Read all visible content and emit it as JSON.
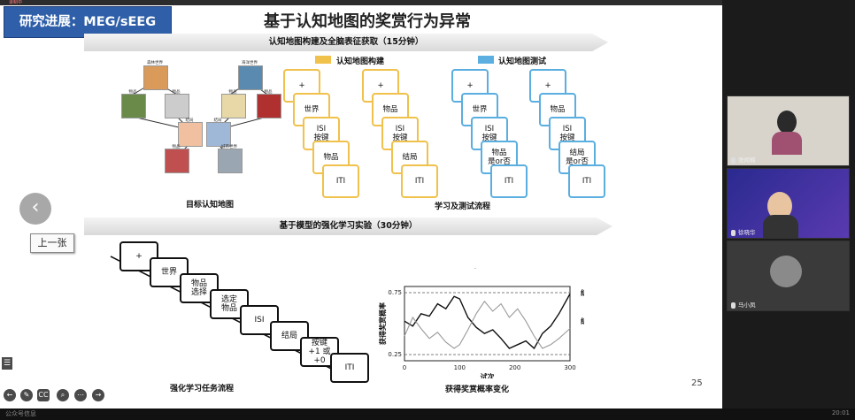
{
  "slide": {
    "badge": "研究进展：MEG/sEEG",
    "title": "基于认知地图的奖赏行为异常",
    "banner1": "认知地图构建及全脑表征获取（15分钟）",
    "banner2": "基于模型的强化学习实验（30分钟）",
    "legend_build": "认知地图构建",
    "legend_test": "认知地图测试",
    "colors": {
      "yellow": "#f0c14b",
      "blue": "#5aaee0",
      "badge": "#2f5fa8"
    },
    "caption_map": "目标认知地图",
    "caption_flow": "学习及测试流程",
    "caption_rl": "强化学习任务流程",
    "caption_chart": "获得奖赏概率变化",
    "page_number": "25",
    "dot": "."
  },
  "map_labels": [
    "森林世界",
    "物品",
    "物品",
    "海洋世界",
    "物品",
    "物品",
    "结局",
    "结局",
    "物品",
    "城市世界"
  ],
  "build_seq_a": [
    "+",
    "世界",
    "ISI\n按键",
    "物品",
    "ITI"
  ],
  "build_seq_b": [
    "+",
    "物品",
    "ISI\n按键",
    "结局",
    "ITI"
  ],
  "test_seq_a": [
    "+",
    "世界",
    "ISI\n按键",
    "物品\n是or否",
    "ITI"
  ],
  "test_seq_b": [
    "+",
    "物品",
    "ISI\n按键",
    "结局\n是or否",
    "ITI"
  ],
  "rl_steps": [
    "+",
    "世界",
    "物品\n选择",
    "选定\n物品",
    "ISI",
    "结局",
    "按键\n+1 或 +0",
    "ITI"
  ],
  "chart_data": {
    "type": "line",
    "title": "获得奖赏概率变化",
    "xlabel": "试次",
    "ylabel": "获得奖赏概率",
    "xlim": [
      0,
      300
    ],
    "ylim": [
      0.2,
      0.8
    ],
    "xticks": [
      0,
      100,
      200,
      300
    ],
    "yticks": [
      0.25,
      0.75
    ],
    "hlines": [
      0.25,
      0.75
    ],
    "series": [
      {
        "name": "结局1",
        "color": "#111111",
        "x": [
          0,
          15,
          30,
          45,
          60,
          75,
          90,
          100,
          115,
          130,
          145,
          160,
          175,
          190,
          205,
          220,
          235,
          250,
          265,
          280,
          295,
          300
        ],
        "y": [
          0.52,
          0.48,
          0.58,
          0.56,
          0.66,
          0.62,
          0.72,
          0.7,
          0.55,
          0.47,
          0.42,
          0.45,
          0.38,
          0.3,
          0.33,
          0.36,
          0.3,
          0.42,
          0.48,
          0.58,
          0.7,
          0.74
        ]
      },
      {
        "name": "结局2",
        "color": "#999999",
        "x": [
          0,
          15,
          30,
          45,
          60,
          75,
          90,
          100,
          115,
          130,
          145,
          160,
          175,
          190,
          205,
          220,
          235,
          250,
          265,
          280,
          295,
          300
        ],
        "y": [
          0.4,
          0.55,
          0.46,
          0.38,
          0.43,
          0.35,
          0.3,
          0.33,
          0.45,
          0.58,
          0.68,
          0.6,
          0.66,
          0.55,
          0.62,
          0.52,
          0.4,
          0.3,
          0.33,
          0.38,
          0.44,
          0.46
        ]
      }
    ]
  },
  "participants": [
    {
      "name": "张闻楠"
    },
    {
      "name": "徐晓华"
    },
    {
      "name": "马小凤"
    }
  ],
  "toolbar": {
    "prev_label": "上一张",
    "cc": "CC",
    "menu": "☰"
  },
  "bottom": {
    "left": "公众号信息",
    "right": "20:01"
  },
  "rec_tag": "录制中"
}
